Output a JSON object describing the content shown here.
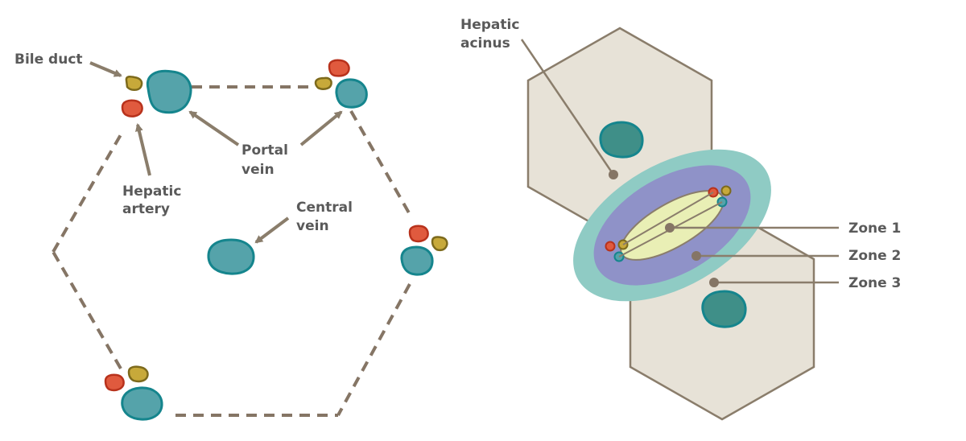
{
  "labels": {
    "bile_duct": "Bile duct",
    "hepatic_artery": [
      "Hepatic",
      "artery"
    ],
    "portal_vein": [
      "Portal",
      "vein"
    ],
    "central_vein": [
      "Central",
      "vein"
    ],
    "hepatic_acinus": [
      "Hepatic",
      "acinus"
    ],
    "zone1": "Zone 1",
    "zone2": "Zone 2",
    "zone3": "Zone 3"
  },
  "colors": {
    "portal_vein": "#55a3aa",
    "portal_vein_stroke": "#15858d",
    "hepatic_artery": "#e05a3e",
    "hepatic_artery_stroke": "#b8321c",
    "bile_duct": "#c7a93a",
    "bile_duct_stroke": "#7d6a1c",
    "central_vein_right": "#3f8f88",
    "lobule_fill": "#e7e2d7",
    "lobule_stroke": "#8a7d6b",
    "zone1": "#e9efb5",
    "zone2": "#8f92c8",
    "zone3": "#8fcbc4",
    "text": "#5a5a5a",
    "arrow": "#8a7d6b"
  }
}
